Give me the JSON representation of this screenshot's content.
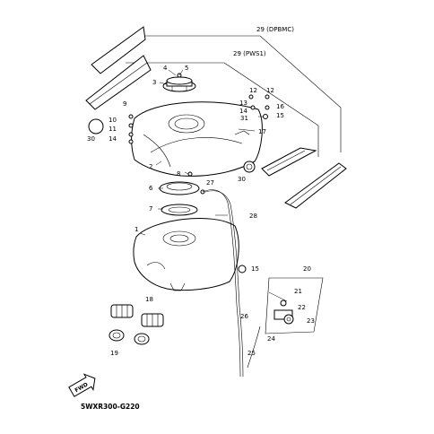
{
  "callouts": {
    "c29a": "29 (DPBMC)",
    "c29b": "29 (PWS1)",
    "c1": "1",
    "c2": "2",
    "c3": "3",
    "c4": "4",
    "c5": "5",
    "c6": "6",
    "c7": "7",
    "c8": "8",
    "c9": "9",
    "c10": "10",
    "c11": "11",
    "c12a": "12",
    "c12b": "12",
    "c13": "13",
    "c14a": "14",
    "c14b": "14",
    "c15a": "15",
    "c15b": "15",
    "c16": "16",
    "c17": "17",
    "c18": "18",
    "c19": "19",
    "c20": "20",
    "c21": "21",
    "c22": "22",
    "c23": "23",
    "c24": "24",
    "c25": "25",
    "c26": "26",
    "c27": "27",
    "c28": "28",
    "c30a": "30",
    "c30b": "30",
    "c31": "31"
  },
  "fwd_label": "FWD",
  "diagram_code": "5WXR300-G220"
}
